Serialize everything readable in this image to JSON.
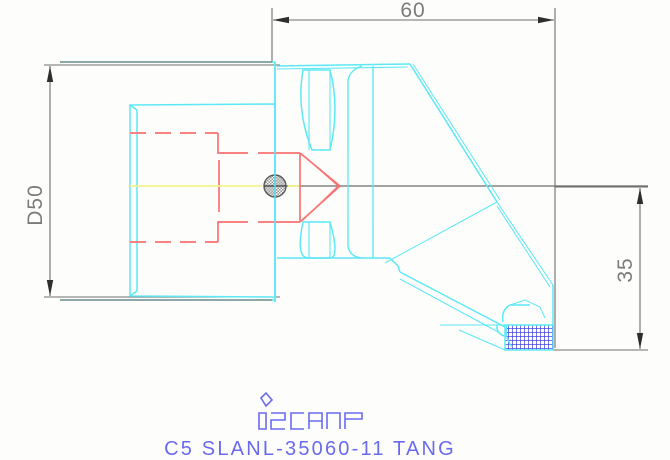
{
  "drawing": {
    "title": "C5 SLANL-35060-11 TANG",
    "brand_logo": "iscar-logo",
    "dimensions": {
      "length": {
        "label": "60",
        "orientation": "horizontal",
        "position": "top"
      },
      "shank_diameter": {
        "label": "D50",
        "orientation": "vertical-rotated",
        "position": "left"
      },
      "head_height": {
        "label": "35",
        "orientation": "vertical-rotated",
        "position": "right"
      }
    },
    "colors": {
      "body_outline": "#5ce8f5",
      "hidden_lines": "#fa7272",
      "centerline_axis": "#7b7b7b",
      "centerline_yellow": "#f7f79a",
      "dimension_lines": "#6e6e6e",
      "insert_hatch": "#3a3ae0",
      "logo_text": "#6a6aee",
      "background": "#fdfefb"
    },
    "features": [
      {
        "name": "coolant-cone",
        "color": "#fa7272"
      },
      {
        "name": "shank-hidden-bore",
        "color": "#fa7272"
      },
      {
        "name": "upper-flute-slot",
        "color": "#5ce8f5"
      },
      {
        "name": "lower-flute-slot",
        "color": "#5ce8f5"
      },
      {
        "name": "tang-insert",
        "color": "#3a3ae0"
      },
      {
        "name": "coupling-circle",
        "color": "#6e6e6e"
      }
    ],
    "view_label": "side-elevation"
  }
}
